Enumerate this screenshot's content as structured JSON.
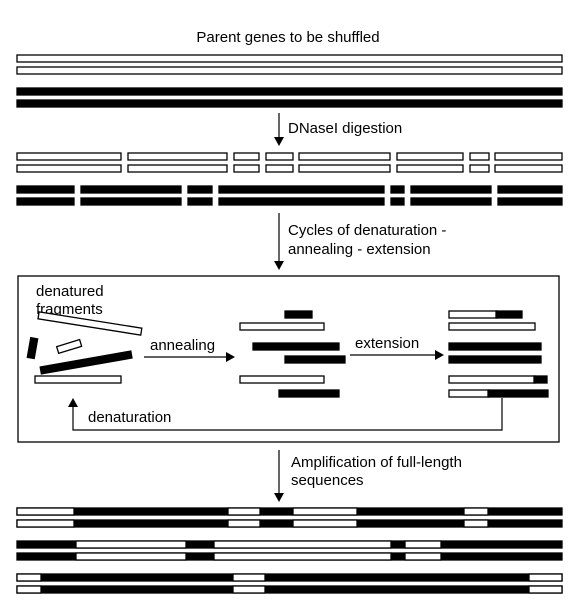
{
  "labels": {
    "title": "Parent genes to be shuffled",
    "step1": "DNaseI digestion",
    "step2_line1": "Cycles of denaturation -",
    "step2_line2": "annealing - extension",
    "denatured_line1": "denatured",
    "denatured_line2": "fragments",
    "annealing": "annealing",
    "extension": "extension",
    "denaturation": "denaturation",
    "step3_line1": "Amplification of full-length",
    "step3_line2": "sequences"
  },
  "colors": {
    "parent_white": "#ffffff",
    "parent_black": "#000000",
    "stroke": "#000000",
    "background": "#ffffff"
  }
}
